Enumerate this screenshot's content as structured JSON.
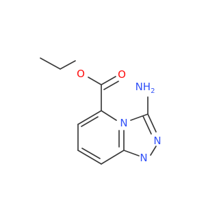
{
  "molecule": {
    "atoms": {
      "ester_o": {
        "label": "O",
        "color": "#ff0d0d"
      },
      "carbonyl_o": {
        "label": "O",
        "color": "#ff0d0d"
      },
      "amine": {
        "label": "NH",
        "sub": "2",
        "color": "#3050f8"
      },
      "ring_n_bridge": {
        "label": "N",
        "color": "#3050f8"
      },
      "ring_n_a": {
        "label": "N",
        "color": "#3050f8"
      },
      "ring_n_b": {
        "label": "N",
        "color": "#3050f8"
      }
    },
    "bond_color": "#3a3a3a"
  }
}
